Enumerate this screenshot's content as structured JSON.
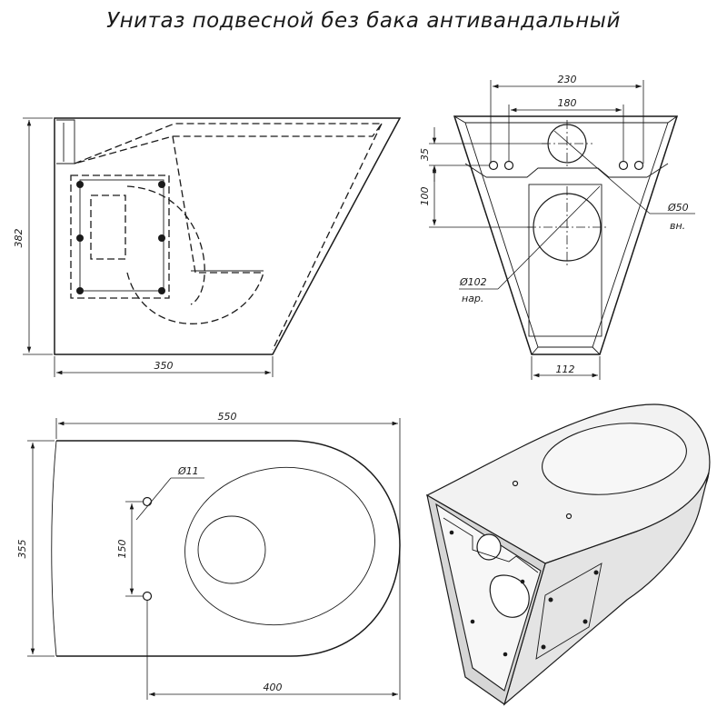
{
  "title": "Унитаз подвесной без бака антивандальный",
  "dimensions": {
    "side_height": "382",
    "side_width": "350",
    "back_width_outer": "230",
    "back_bolt_spacing": "180",
    "back_offset_35": "35",
    "back_offset_100": "100",
    "back_bottom_width": "112",
    "top_length": "550",
    "top_width": "355",
    "top_hole_spacing": "150",
    "top_rear_to_holes": "400"
  },
  "callouts": {
    "d50": "Ø50",
    "d50_note": "вн.",
    "d102": "Ø102",
    "d102_note": "нар.",
    "d11": "Ø11"
  }
}
